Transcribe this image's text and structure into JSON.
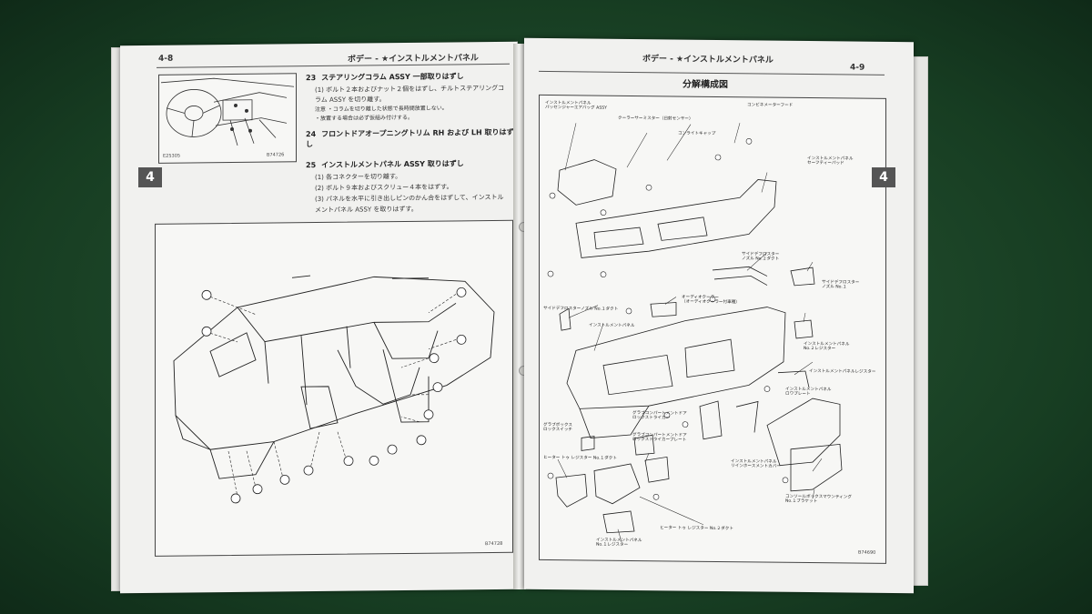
{
  "left_page": {
    "page_number": "4-8",
    "header": "ボデー - ★インストルメントパネル",
    "tab": "4",
    "inset_figure": {
      "code_left": "E25305",
      "code_right": "B74726"
    },
    "steps": [
      {
        "num": "23",
        "title": "ステアリングコラム ASSY 一部取りはずし",
        "lines": [
          "(1)  ボルト２本およびナット２個をはずし、チルトステアリングコ",
          "     ラム ASSY を切り離す。",
          "注意  ・コラムを切り離した状態で長時間放置しない。",
          "       ・放置する場合は必ず仮組み付けする。"
        ]
      },
      {
        "num": "24",
        "title": "フロントドアオープニングトリム RH および LH 取りはずし",
        "lines": []
      },
      {
        "num": "25",
        "title": "インストルメントパネル ASSY 取りはずし",
        "lines": [
          "(1)  各コネクターを切り離す。",
          "(2)  ボルト９本およびスクリュー４本をはずす。",
          "(3)  パネルを水平に引き出しピンのかん合をはずして、インストル",
          "     メントパネル ASSY を取りはずす。"
        ]
      }
    ],
    "main_figure_code": "B74728"
  },
  "right_page": {
    "page_number": "4-9",
    "header": "ボデー - ★インストルメントパネル",
    "tab": "4",
    "section_title": "分解構成図",
    "figure_code": "B74690",
    "labels": {
      "safety_pad": "インストルメントパネル\nパッセンジャーエアバッグ ASSY",
      "cooler_thermistor": "クーラーサーミスター（日射センサー）",
      "combination_meter_hood": "コンビネメーターフード",
      "dash_lid": "コンライトキャップ",
      "panel_safety_pad": "インストルメントパネル\nセーフティーパッド",
      "side_defroster_nozzle_duct": "サイドデフロスター\nノズル No.２ダクト",
      "side_defroster_nozzle": "サイドデフロスター\nノズル No.１",
      "side_defroster_left": "サイドデフロスターノズル No.１ダクト",
      "audio_cooler": "オーディオクーラー\n（オーディオクーラー付車種）",
      "instrument_panel": "インストルメントパネル",
      "panel_register_no2": "インストルメントパネル\nNo.２レジスター",
      "panel_register": "インストルメントパネルレジスター",
      "lower_plate": "インストルメントパネル\nロワプレート",
      "glove_box_lock": "グラブボックス\nロックスイッチ",
      "glove_compartment_striker_plate": "グラブコンパートメントドア\nロックストライカープレート",
      "glove_compartment_striker": "グラブコンパートメントドア\nロックストライカー",
      "heater_register_duct_no1": "ヒーター トゥ レジスター No.１ダクト",
      "reinforcement_center": "インストルメントパネル\nリインホースメントカバー",
      "heater_register_duct_no2": "ヒーター トゥ レジスター No.２ダクト",
      "panel_register_no1": "インストルメントパネル\nNo.１レジスター",
      "console_bracket": "コンソールボックスマウンティング\nNo.１ブラケット"
    }
  }
}
